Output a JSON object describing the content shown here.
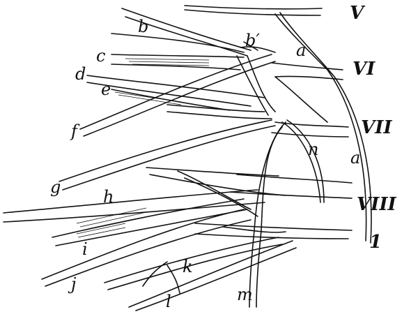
{
  "labels": {
    "b": "b",
    "b_prime": "b′",
    "a_top": "a",
    "V": "V",
    "c": "c",
    "d": "d",
    "e": "e",
    "VI": "VI",
    "f": "f",
    "VII": "VII",
    "n": "n",
    "a_bottom": "a",
    "g": "g",
    "h": "h",
    "VIII": "VIII",
    "one": "1",
    "i": "i",
    "j": "j",
    "k": "k",
    "l": "l",
    "m": "m"
  }
}
